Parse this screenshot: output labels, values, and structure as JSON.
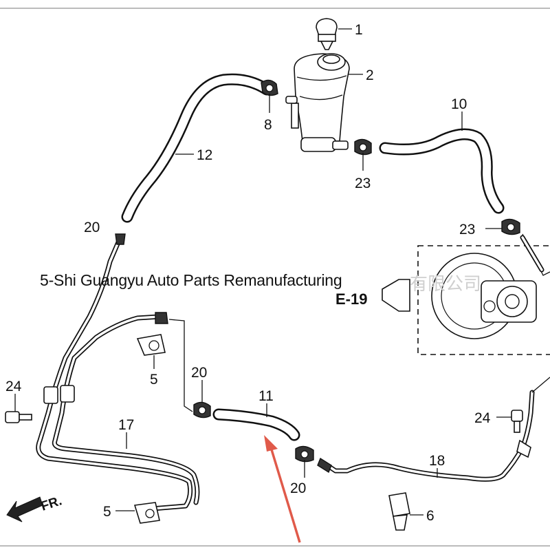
{
  "watermark": {
    "text": "5-Shi Guangyu Auto Parts Remanufacturing",
    "faint_text": "有限公司"
  },
  "reference": {
    "code": "E-19"
  },
  "direction": {
    "text": "FR."
  },
  "callouts": [
    {
      "id": "c1",
      "label": "1"
    },
    {
      "id": "c2",
      "label": "2"
    },
    {
      "id": "c8",
      "label": "8"
    },
    {
      "id": "c10",
      "label": "10"
    },
    {
      "id": "c12",
      "label": "12"
    },
    {
      "id": "c23a",
      "label": "23"
    },
    {
      "id": "c23b",
      "label": "23"
    },
    {
      "id": "c20a",
      "label": "20"
    },
    {
      "id": "c20b",
      "label": "20"
    },
    {
      "id": "c20c",
      "label": "20"
    },
    {
      "id": "c11",
      "label": "11"
    },
    {
      "id": "c24a",
      "label": "24"
    },
    {
      "id": "c24b",
      "label": "24"
    },
    {
      "id": "c5a",
      "label": "5"
    },
    {
      "id": "c5b",
      "label": "5"
    },
    {
      "id": "c17",
      "label": "17"
    },
    {
      "id": "c18",
      "label": "18"
    },
    {
      "id": "c6",
      "label": "6"
    }
  ],
  "colors": {
    "line": "#111111",
    "background": "#ffffff",
    "arrow": "#e05a4a"
  }
}
